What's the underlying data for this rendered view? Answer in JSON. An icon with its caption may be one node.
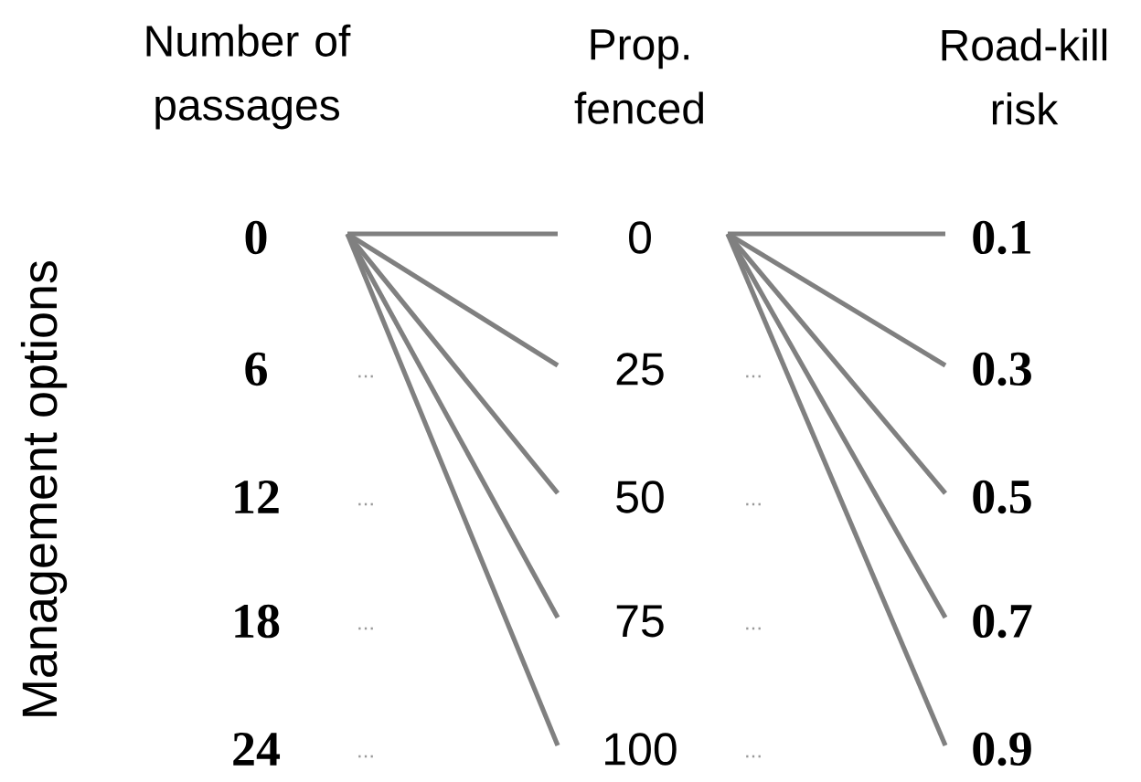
{
  "diagram": {
    "nodes": [
      {
        "text": [
          "0"
        ]
      },
      {
        "text": [
          "6"
        ]
      },
      {
        "text": [
          "12"
        ]
      },
      {
        "text": [
          "18"
        ]
      },
      {
        "text": [
          "24"
        ]
      },
      {
        "text": [
          "0"
        ]
      },
      {
        "text": [
          "25"
        ]
      },
      {
        "text": [
          "50"
        ]
      },
      {
        "text": [
          "75"
        ]
      },
      {
        "text": [
          "100"
        ]
      },
      {
        "text": [
          "0.1"
        ]
      },
      {
        "text": [
          "0.3"
        ]
      },
      {
        "text": [
          "0.5"
        ]
      },
      {
        "text": [
          "0.7"
        ]
      },
      {
        "text": [
          "0.9"
        ]
      }
    ],
    "edges": [
      {
        "from": 0,
        "to": 5,
        "arrow": "none"
      },
      {
        "from": 0,
        "to": 6,
        "arrow": "none"
      },
      {
        "from": 0,
        "to": 7,
        "arrow": "none"
      },
      {
        "from": 0,
        "to": 8,
        "arrow": "none"
      },
      {
        "from": 0,
        "to": 9,
        "arrow": "none"
      },
      {
        "from": 5,
        "to": 10,
        "arrow": "none"
      },
      {
        "from": 5,
        "to": 11,
        "arrow": "none"
      },
      {
        "from": 5,
        "to": 12,
        "arrow": "none"
      },
      {
        "from": 5,
        "to": 13,
        "arrow": "none"
      },
      {
        "from": 5,
        "to": 14,
        "arrow": "none"
      }
    ],
    "labels": [
      "Number of passages",
      "Prop. fenced",
      "Road-kill risk",
      "Management options",
      "...",
      "...",
      "...",
      "...",
      "...",
      "...",
      "...",
      "..."
    ]
  }
}
